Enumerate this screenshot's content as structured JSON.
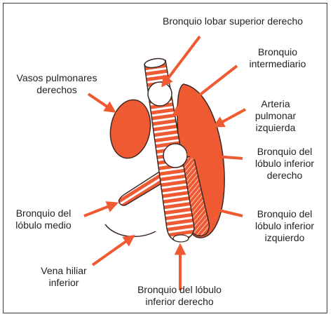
{
  "colors": {
    "organ": "#ef5a32",
    "organ_dark": "#d94a25",
    "line": "#3a2a25",
    "arrow": "#ef5a32",
    "text": "#231f20"
  },
  "labels": {
    "bronquio_lobar_superior_derecho": "Bronquio lobar superior derecho",
    "bronquio_intermediario": "Bronquio\nintermediario",
    "arteria_pulmonar_izquierda": "Arteria\npulmonar\nizquierda",
    "vasos_pulmonares_derechos": "Vasos pulmonares\nderechos",
    "bronquio_lobulo_inferior_derecho_right": "Bronquio del\nlóbulo inferior\nderecho",
    "bronquio_lobulo_medio": "Bronquio del\nlóbulo medio",
    "bronquio_lobulo_inferior_izquierdo": "Bronquio del\nlóbulo inferior\nizquierdo",
    "vena_hiliar_inferior": "Vena hiliar\ninferior",
    "bronquio_lobulo_inferior_derecho_bottom": "Bronquio del lóbulo\ninferior derecho"
  }
}
